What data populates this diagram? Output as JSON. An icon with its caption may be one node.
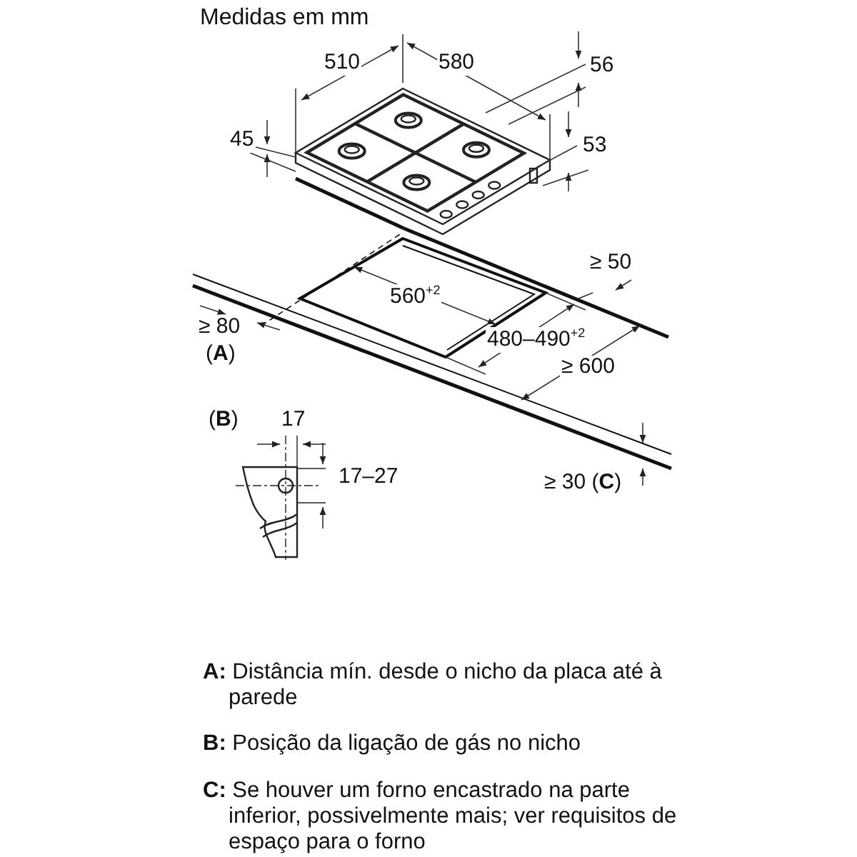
{
  "diagram": {
    "title": "Medidas em mm",
    "labels": [
      "510",
      "580",
      "56",
      "45",
      "53",
      "≥ 50",
      "560$^{+2}$",
      "≥ 80",
      "480–490$^{+2}$",
      "(**A**)",
      "≥ 600",
      "(**B**)",
      "17",
      "17–27",
      "≥ 30 (**C**)",
      "**A:** Distância mín. desde o nicho da placa até à parede",
      "**B:** Posição da ligação de gás no nicho",
      "**C:** Se houver um forno encastrado na parte inferior, possivelmente mais; ver requisitos de espaço para o forno"
    ]
  }
}
